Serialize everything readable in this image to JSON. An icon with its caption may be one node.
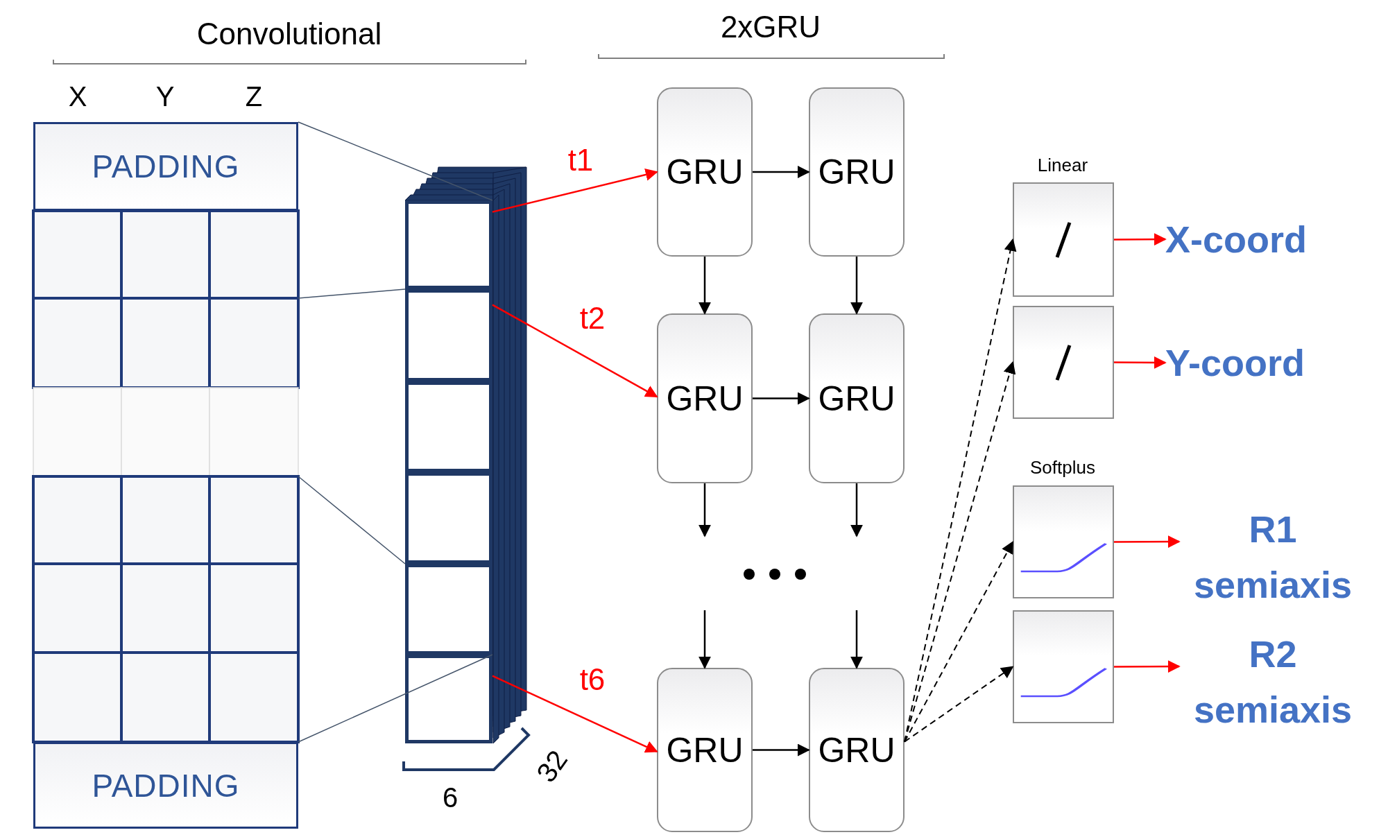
{
  "diagram": {
    "nodes": [
      {
        "text": [
          "PADDING"
        ]
      },
      {
        "text": [
          "PADDING"
        ]
      },
      {
        "text": [],
        "shape": "box"
      },
      {
        "text": [],
        "shape": "box"
      },
      {
        "text": [],
        "shape": "box"
      },
      {
        "text": [],
        "shape": "box"
      },
      {
        "text": [],
        "shape": "box"
      },
      {
        "text": [],
        "shape": "box"
      },
      {
        "text": [
          "GRU"
        ]
      },
      {
        "text": [
          "GRU"
        ]
      },
      {
        "text": [
          "GRU"
        ]
      },
      {
        "text": [
          "GRU"
        ]
      },
      {
        "text": [
          "GRU"
        ]
      },
      {
        "text": [
          "GRU"
        ]
      },
      {
        "text": [],
        "shape": "box"
      },
      {
        "text": [],
        "shape": "box"
      },
      {
        "text": [],
        "shape": "box"
      },
      {
        "text": [],
        "shape": "box"
      },
      {
        "text": [
          "X-coord"
        ]
      },
      {
        "text": [
          "Y-coord"
        ]
      },
      {
        "text": [
          "R1 semiaxis"
        ]
      },
      {
        "text": [
          "R2 semiaxis"
        ]
      }
    ],
    "edges": [
      {
        "from": 2,
        "to": 8,
        "arrow": "to",
        "label": "t1",
        "color": "#ff0000"
      },
      {
        "from": 3,
        "to": 10,
        "arrow": "to",
        "label": "t2",
        "color": "#ff0000"
      },
      {
        "from": 7,
        "to": 12,
        "arrow": "to",
        "label": "t6",
        "color": "#ff0000"
      },
      {
        "from": 8,
        "to": 9,
        "arrow": "to"
      },
      {
        "from": 10,
        "to": 11,
        "arrow": "to"
      },
      {
        "from": 12,
        "to": 13,
        "arrow": "to"
      },
      {
        "from": 8,
        "to": 10,
        "arrow": "to"
      },
      {
        "from": 9,
        "to": 11,
        "arrow": "to"
      },
      {
        "from": 10,
        "to": null,
        "arrow": "to"
      },
      {
        "from": 11,
        "to": null,
        "arrow": "to"
      },
      {
        "from": null,
        "to": 12,
        "arrow": "to"
      },
      {
        "from": null,
        "to": 13,
        "arrow": "to"
      },
      {
        "from": 13,
        "to": 14,
        "arrow": "to",
        "style": "dashed"
      },
      {
        "from": 13,
        "to": 15,
        "arrow": "to",
        "style": "dashed"
      },
      {
        "from": 13,
        "to": 16,
        "arrow": "to",
        "style": "dashed"
      },
      {
        "from": 13,
        "to": 17,
        "arrow": "to",
        "style": "dashed"
      },
      {
        "from": 14,
        "to": 18,
        "arrow": "to",
        "color": "#ff0000"
      },
      {
        "from": 15,
        "to": 19,
        "arrow": "to",
        "color": "#ff0000"
      },
      {
        "from": 16,
        "to": 20,
        "arrow": "to",
        "color": "#ff0000"
      },
      {
        "from": 17,
        "to": 21,
        "arrow": "to",
        "color": "#ff0000"
      },
      {
        "from": 0,
        "to": 2,
        "arrow": "none",
        "color": "#44546a"
      },
      {
        "from": null,
        "to": 3,
        "arrow": "none",
        "color": "#44546a"
      },
      {
        "from": null,
        "to": 6,
        "arrow": "none",
        "color": "#44546a"
      },
      {
        "from": 1,
        "to": 7,
        "arrow": "none",
        "color": "#44546a"
      }
    ],
    "labels": [
      "Convolutional",
      "X",
      "Y",
      "Z",
      "2xGRU",
      "Linear",
      "Softplus",
      "6",
      "32"
    ]
  }
}
